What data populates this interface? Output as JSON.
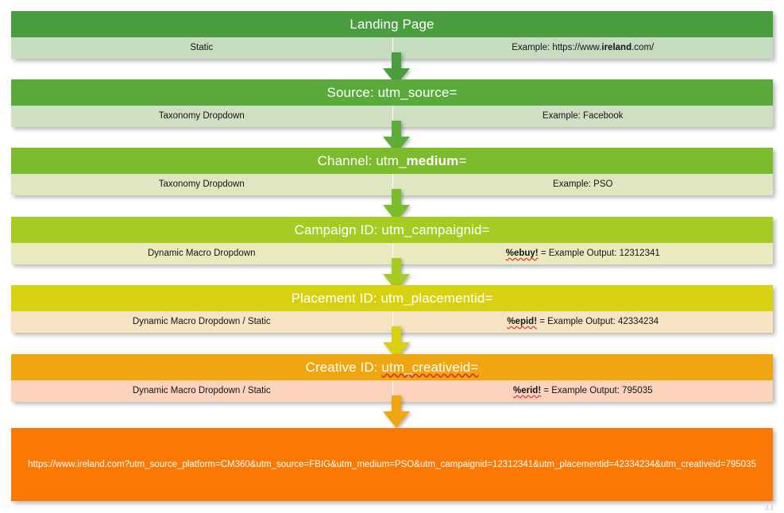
{
  "diagram": {
    "title_semantic": "utm-parameter-builder-flow",
    "steps": [
      {
        "id": "landing-page",
        "header": "Landing Page",
        "left_cell": "Static",
        "right_cell_prefix": "Example: https://www.",
        "right_cell_bold": "ireland",
        "right_cell_suffix": ".com/",
        "header_color": "#4A9D3F",
        "body_color": "#C6DCC0"
      },
      {
        "id": "source",
        "header": "Source: utm_source=",
        "left_cell": "Taxonomy Dropdown",
        "right_cell": "Example: Facebook",
        "header_color": "#5AA93B",
        "body_color": "#CFE0C2"
      },
      {
        "id": "channel",
        "header_prefix": "Channel: utm_",
        "header_bold": "medium",
        "header_suffix": "=",
        "left_cell": "Taxonomy Dropdown",
        "right_cell": "Example: PSO",
        "header_color": "#7CBB2C",
        "body_color": "#DEE6C2"
      },
      {
        "id": "campaign-id",
        "header": "Campaign ID: utm_campaignid=",
        "left_cell": "Dynamic Macro Dropdown",
        "right_cell_macro": "%ebuy!",
        "right_cell_rest": " = Example Output: 12312341",
        "header_color": "#A6CB23",
        "body_color": "#EBE9BE"
      },
      {
        "id": "placement-id",
        "header": "Placement ID: utm_placementid=",
        "left_cell": "Dynamic Macro Dropdown / Static",
        "right_cell_macro": "%epid!",
        "right_cell_rest": " = Example Output: 42334234",
        "header_color": "#D8D111",
        "body_color": "#F6E3C2"
      },
      {
        "id": "creative-id",
        "header_prefix": "Creative ID: ",
        "header_squiggly": "utm_creativeid=",
        "left_cell": "Dynamic Macro Dropdown / Static",
        "right_cell_macro": "%erid!",
        "right_cell_rest": " = Example Output: 795035",
        "header_color": "#EFA611",
        "body_color": "#FBD3BC"
      }
    ],
    "arrow_colors": [
      "#4A9D3F",
      "#5DAD38",
      "#7CBB2C",
      "#A6CB23",
      "#D8D111",
      "#EFA611"
    ],
    "final": {
      "url": "https://www.ireland.com?utm_source_platform=CM360&utm_source=FBIG&utm_medium=PSO&utm_campaignid=12312341&utm_placementid=42334234&utm_creativeid=795035",
      "color": "#F97806"
    },
    "slide_number": "44"
  }
}
